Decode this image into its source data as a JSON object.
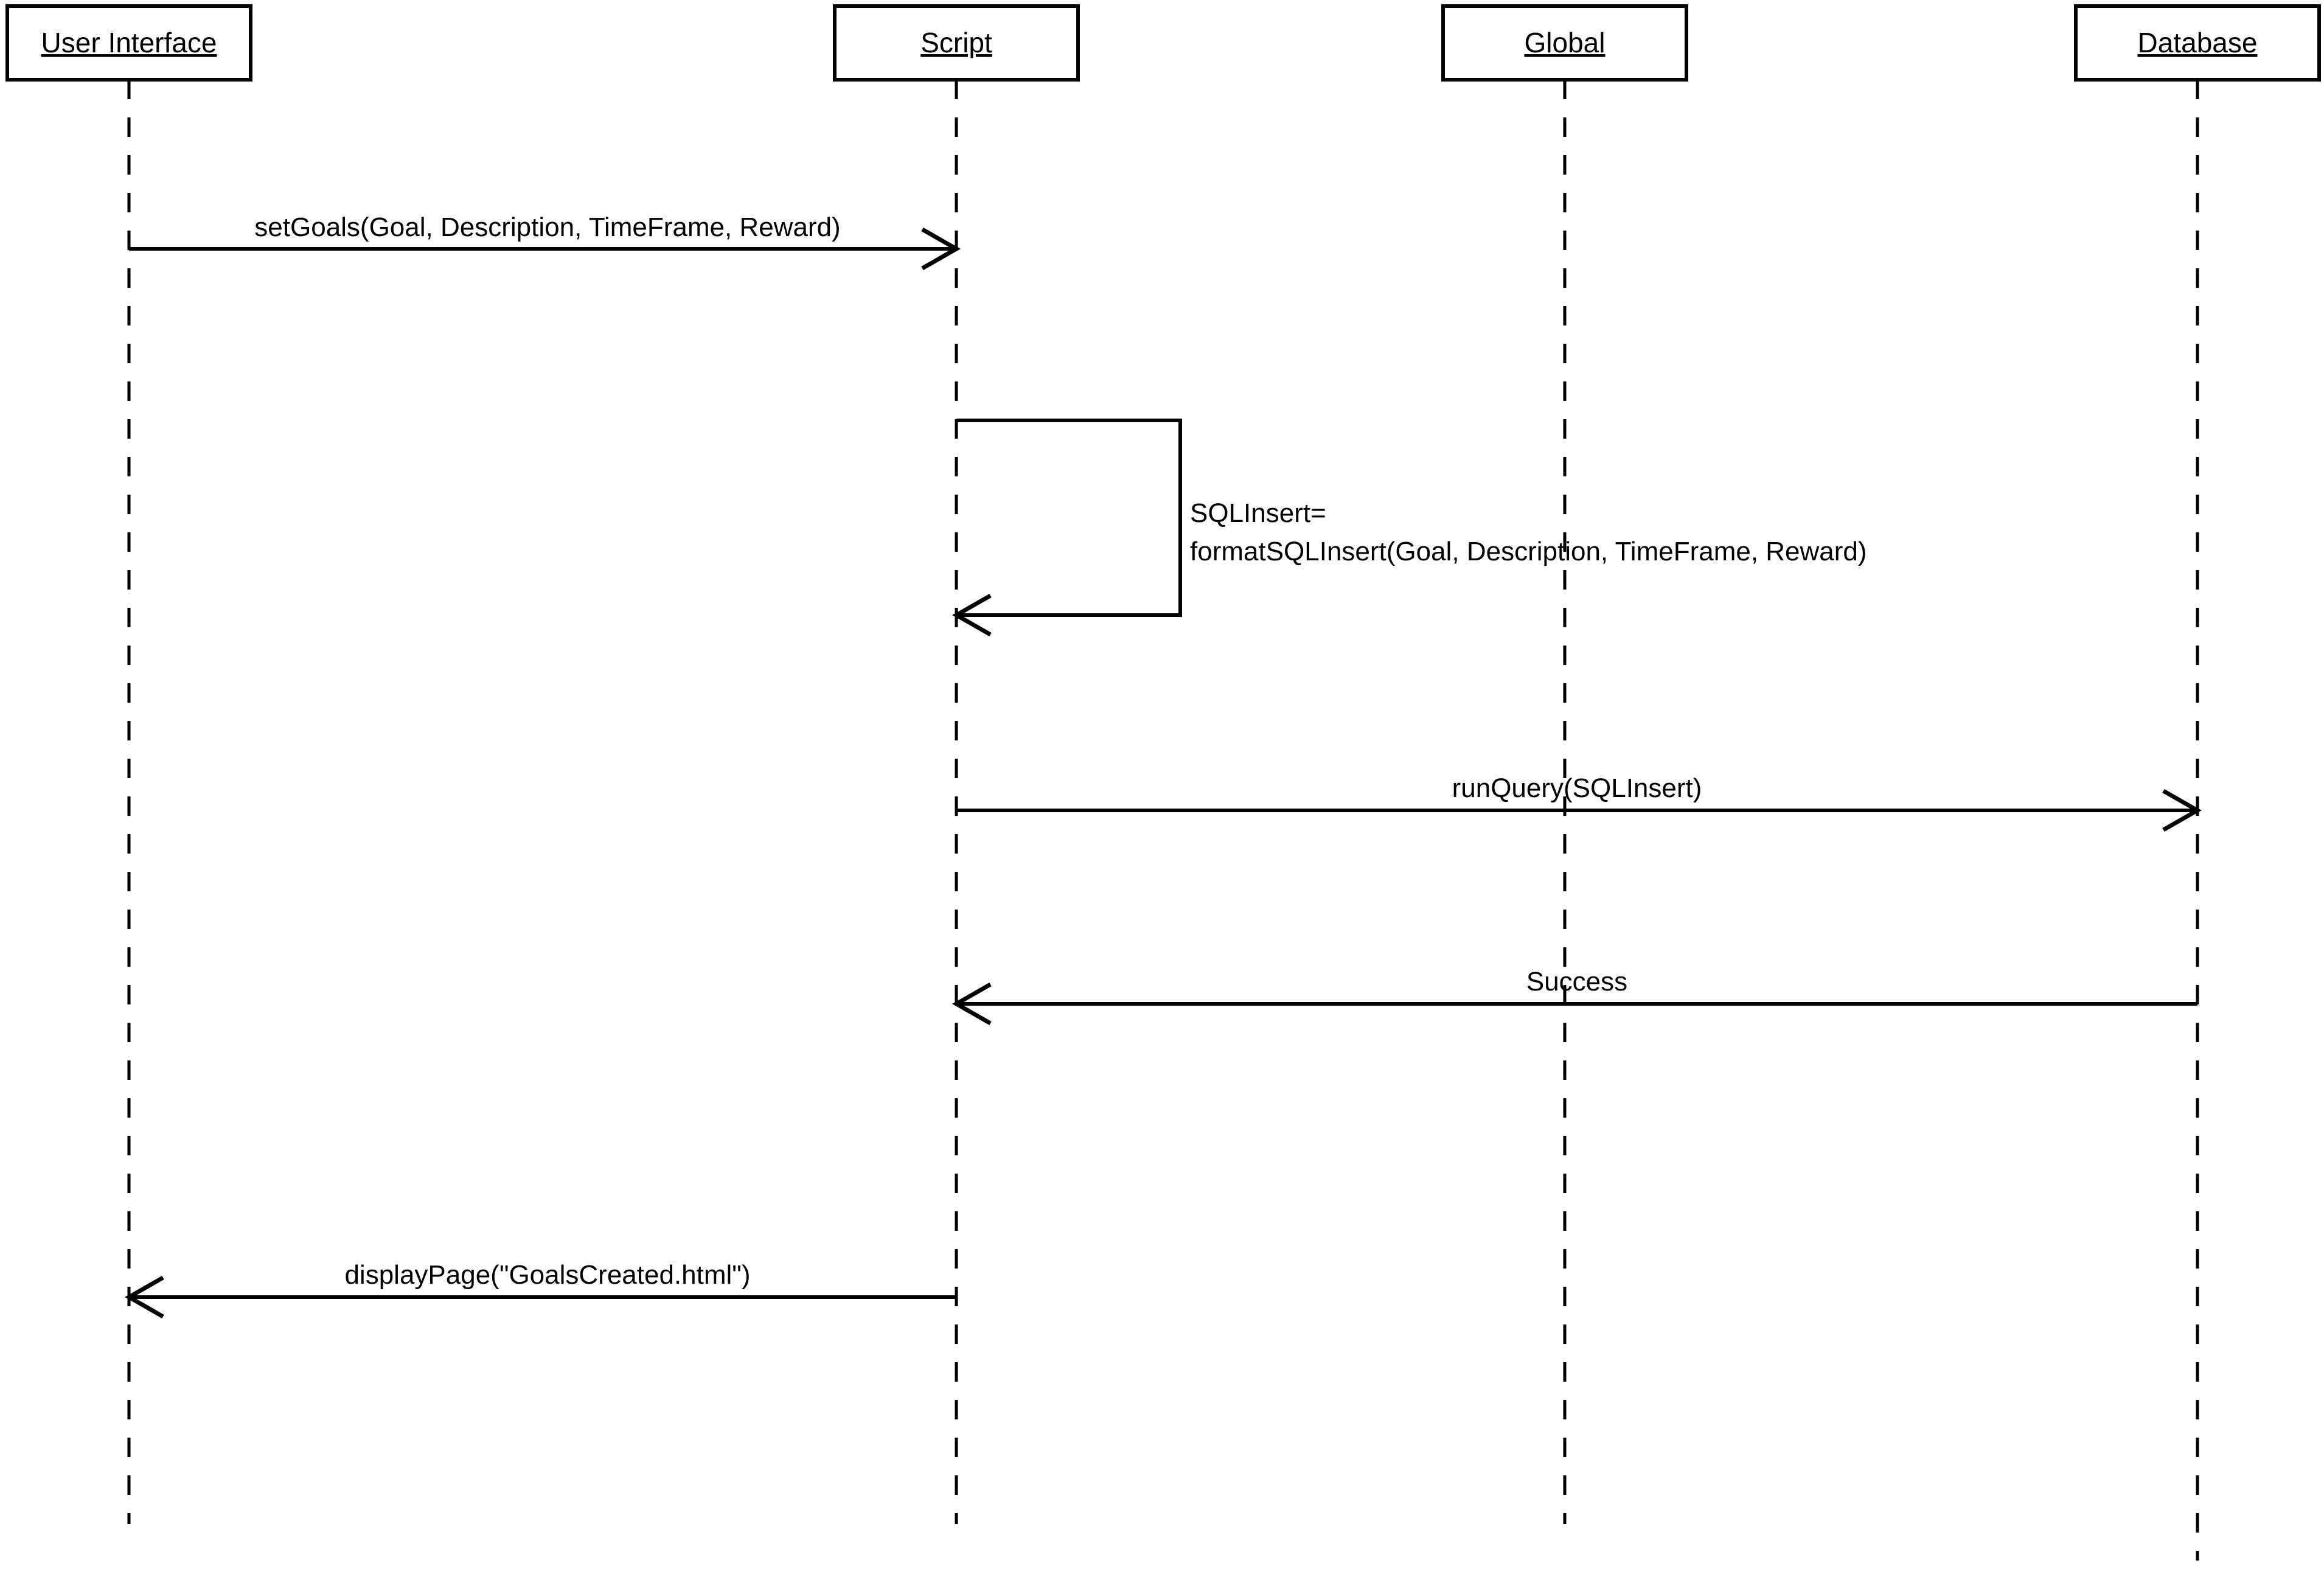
{
  "page": {
    "background_color": "#ffffff",
    "line_color": "#000000",
    "text_color": "#000000"
  },
  "diagram": {
    "type": "uml-sequence-diagram",
    "lifelines": [
      {
        "id": "user-interface",
        "label": "User Interface"
      },
      {
        "id": "script",
        "label": "Script"
      },
      {
        "id": "global",
        "label": "Global"
      },
      {
        "id": "database",
        "label": "Database"
      }
    ],
    "messages": [
      {
        "order": 1,
        "label": "setGoals(Goal, Description, TimeFrame, Reward)",
        "from": "User Interface",
        "to": "Script",
        "direction": "right",
        "kind": "call"
      },
      {
        "order": 2,
        "label_lines": [
          "SQLInsert=",
          "formatSQLInsert(Goal, Description, TimeFrame, Reward)"
        ],
        "from": "Script",
        "to": "Script",
        "direction": "self",
        "kind": "self-call"
      },
      {
        "order": 3,
        "label": "runQuery(SQLInsert)",
        "from": "Script",
        "to": "Database",
        "direction": "right",
        "kind": "call"
      },
      {
        "order": 4,
        "label": "Success",
        "from": "Database",
        "to": "Script",
        "direction": "left",
        "kind": "return"
      },
      {
        "order": 5,
        "label": "displayPage(\"GoalsCreated.html\")",
        "from": "Script",
        "to": "User Interface",
        "direction": "left",
        "kind": "call"
      }
    ]
  }
}
